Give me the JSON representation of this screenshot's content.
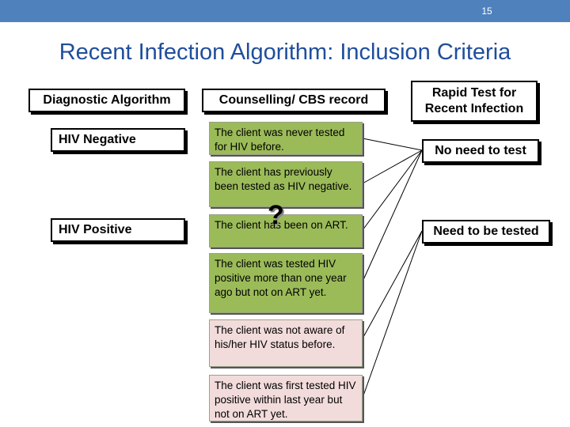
{
  "slide": {
    "page_number": "15",
    "title": "Recent Infection Algorithm: Inclusion Criteria"
  },
  "columns": {
    "diagnostic": "Diagnostic Algorithm",
    "counselling": "Counselling/ CBS record",
    "rapid_test": "Rapid Test for Recent Infection"
  },
  "diagnostic_results": {
    "negative": "HIV Negative",
    "positive": "HIV Positive"
  },
  "client_records": [
    "The client was never tested for HIV before.",
    "The client has previously been tested as HIV negative.",
    "The client has been on ART.",
    "The client was tested HIV positive more than one year ago but not on ART yet.",
    "The client was not aware of his/her HIV status before.",
    "The client was first tested HIV positive within last year but not on ART yet."
  ],
  "outcomes": {
    "no_need": "No need to test",
    "need": "Need to be tested"
  },
  "question_mark": "?",
  "colors": {
    "header_bar": "#4f81bd",
    "title": "#1f4e9c",
    "green_box": "#9bbb59",
    "pink_box": "#f2dcdb"
  }
}
